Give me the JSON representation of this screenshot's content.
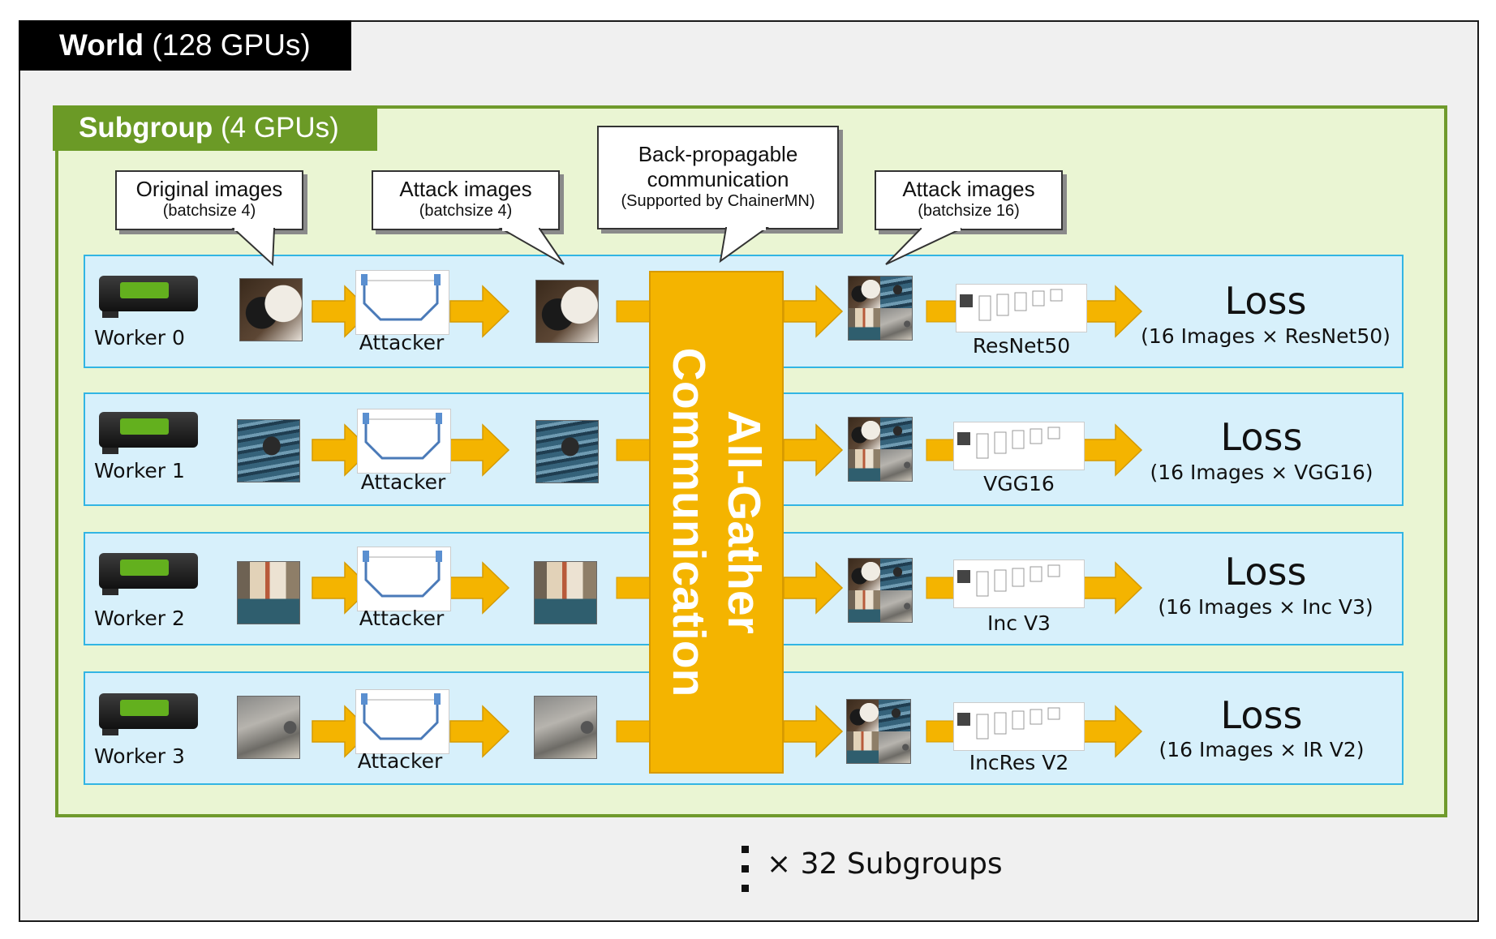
{
  "world": {
    "label_bold": "World",
    "label_rest": "(128 GPUs)"
  },
  "subgroup": {
    "label_bold": "Subgroup",
    "label_rest": "(4 GPUs)"
  },
  "callouts": {
    "original": {
      "main": "Original images",
      "sub": "(batchsize 4)"
    },
    "attack4": {
      "main": "Attack images",
      "sub": "(batchsize 4)"
    },
    "backprop": {
      "line1": "Back-propagable",
      "line2": "communication",
      "sub": "(Supported by ChainerMN)"
    },
    "attack16": {
      "main": "Attack images",
      "sub": "(batchsize 16)"
    }
  },
  "communication": {
    "line1": "All-Gather",
    "line2": "Communication"
  },
  "attacker_label": "Attacker",
  "workers": [
    {
      "name": "Worker 0",
      "image": "panda",
      "network": "ResNet50",
      "loss_title": "Loss",
      "loss_sub": "(16 Images × ResNet50)"
    },
    {
      "name": "Worker 1",
      "image": "duck",
      "network": "VGG16",
      "loss_title": "Loss",
      "loss_sub": "(16 Images × VGG16)"
    },
    {
      "name": "Worker 2",
      "image": "canal",
      "network": "Inc V3",
      "loss_title": "Loss",
      "loss_sub": "(16 Images × Inc V3)"
    },
    {
      "name": "Worker 3",
      "image": "rock",
      "network": "IncRes V2",
      "loss_title": "Loss",
      "loss_sub": "(16 Images × IR V2)"
    }
  ],
  "footer": {
    "text": "× 32 Subgroups"
  },
  "colors": {
    "world_tab": "#000000",
    "subgroup_fill": "#eaf5d3",
    "subgroup_border": "#6f9a2c",
    "lane_fill": "#d7f0fb",
    "lane_border": "#32b5e3",
    "arrow": "#f4b400"
  }
}
